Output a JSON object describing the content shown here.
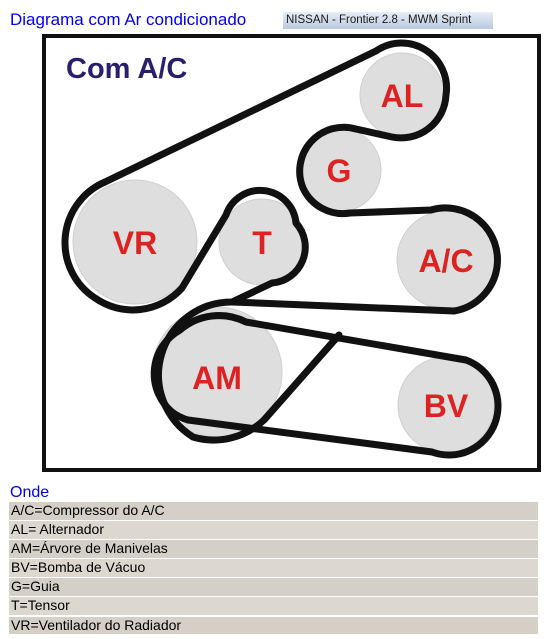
{
  "header": {
    "title": "Diagrama com Ar condicionado",
    "vehicle": "NISSAN - Frontier  2.8 - MWM Sprint"
  },
  "diagram": {
    "heading": "Com A/C",
    "pulleys": {
      "al": "AL",
      "g": "G",
      "vr": "VR",
      "t": "T",
      "ac": "A/C",
      "am": "AM",
      "bv": "BV"
    },
    "colors": {
      "pulley_fill": "#dedede",
      "belt": "#111111",
      "pulley_label": "#dd2222",
      "heading": "#2a1f6e"
    }
  },
  "legend": {
    "title": "Onde",
    "items": [
      "A/C=Compressor do A/C",
      "AL= Alternador",
      "AM=Árvore de Manivelas",
      "BV=Bomba de Vácuo",
      "G=Guia",
      "T=Tensor",
      "VR=Ventilador do Radiador"
    ]
  }
}
